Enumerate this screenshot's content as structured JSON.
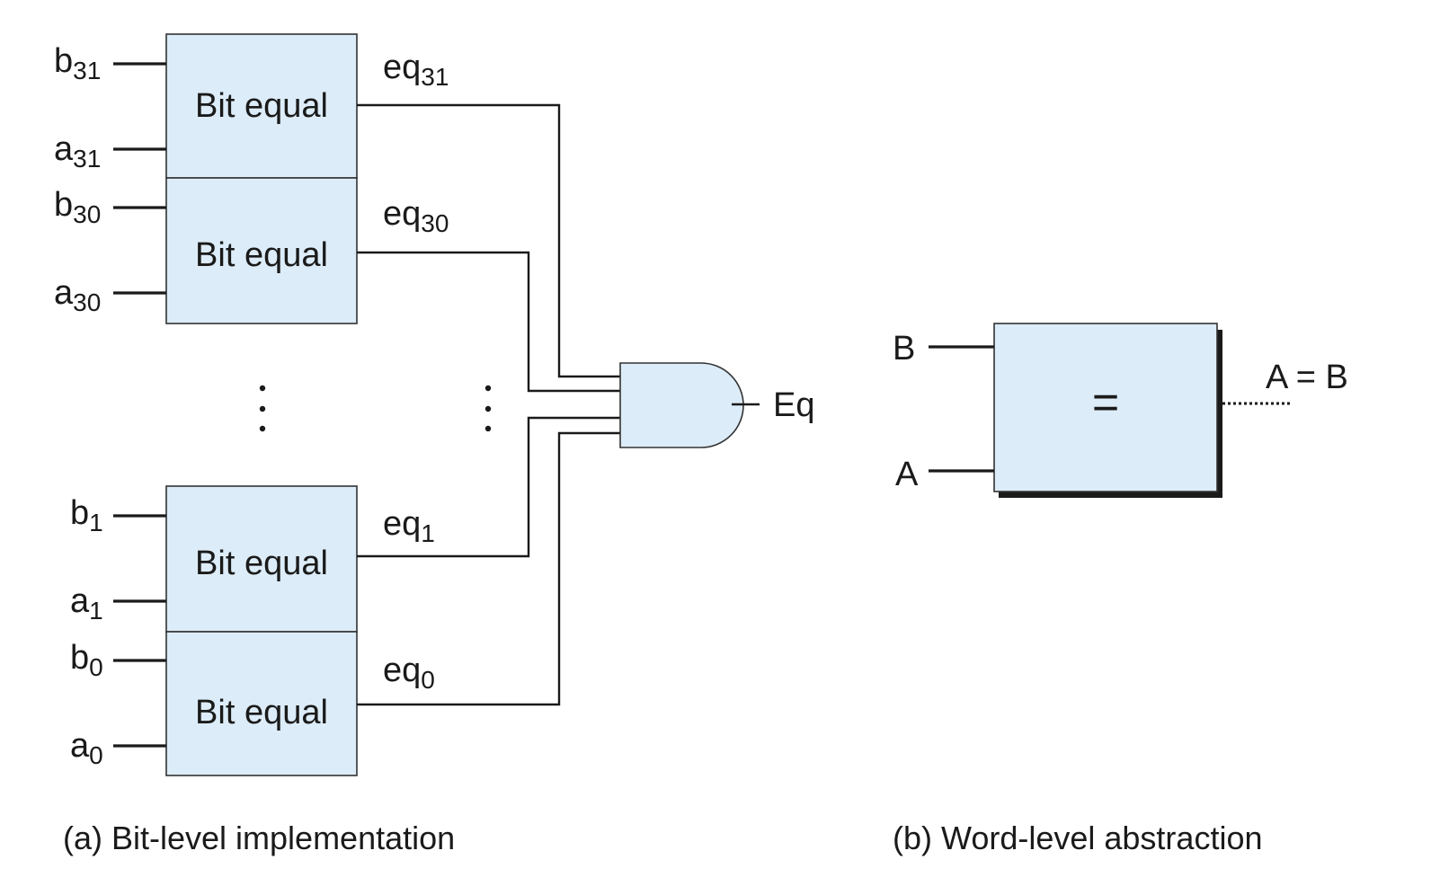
{
  "bit_level": {
    "cells": [
      {
        "label": "Bit equal",
        "in_b": "b",
        "in_b_sub": "31",
        "in_a": "a",
        "in_a_sub": "31",
        "out": "eq",
        "out_sub": "31"
      },
      {
        "label": "Bit equal",
        "in_b": "b",
        "in_b_sub": "30",
        "in_a": "a",
        "in_a_sub": "30",
        "out": "eq",
        "out_sub": "30"
      },
      {
        "label": "Bit equal",
        "in_b": "b",
        "in_b_sub": "1",
        "in_a": "a",
        "in_a_sub": "1",
        "out": "eq",
        "out_sub": "1"
      },
      {
        "label": "Bit equal",
        "in_b": "b",
        "in_b_sub": "0",
        "in_a": "a",
        "in_a_sub": "0",
        "out": "eq",
        "out_sub": "0"
      }
    ],
    "gate_output": "Eq",
    "caption": "(a) Bit-level implementation"
  },
  "word_level": {
    "input_b": "B",
    "input_a": "A",
    "symbol": "=",
    "output": "A = B",
    "caption": "(b) Word-level abstraction"
  }
}
